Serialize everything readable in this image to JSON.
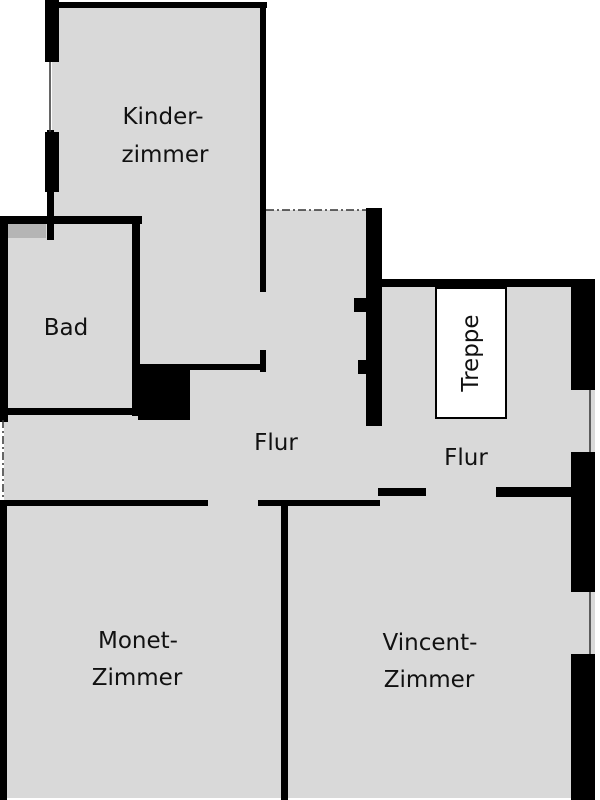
{
  "colors": {
    "floor": "#d9d9d9",
    "wall": "#000000",
    "stair_fill": "#ffffff",
    "window_stroke": "#333333",
    "bath_fixture": "#b5b5b5",
    "text": "#111111"
  },
  "rooms": {
    "kinderzimmer": {
      "line1": "Kinder-",
      "line2": "zimmer"
    },
    "bad": {
      "label": "Bad"
    },
    "flur_main": {
      "label": "Flur"
    },
    "flur_east": {
      "label": "Flur"
    },
    "treppe": {
      "label": "Treppe"
    },
    "monet": {
      "line1": "Monet-",
      "line2": "Zimmer"
    },
    "vincent": {
      "line1": "Vincent-",
      "line2": "Zimmer"
    }
  }
}
